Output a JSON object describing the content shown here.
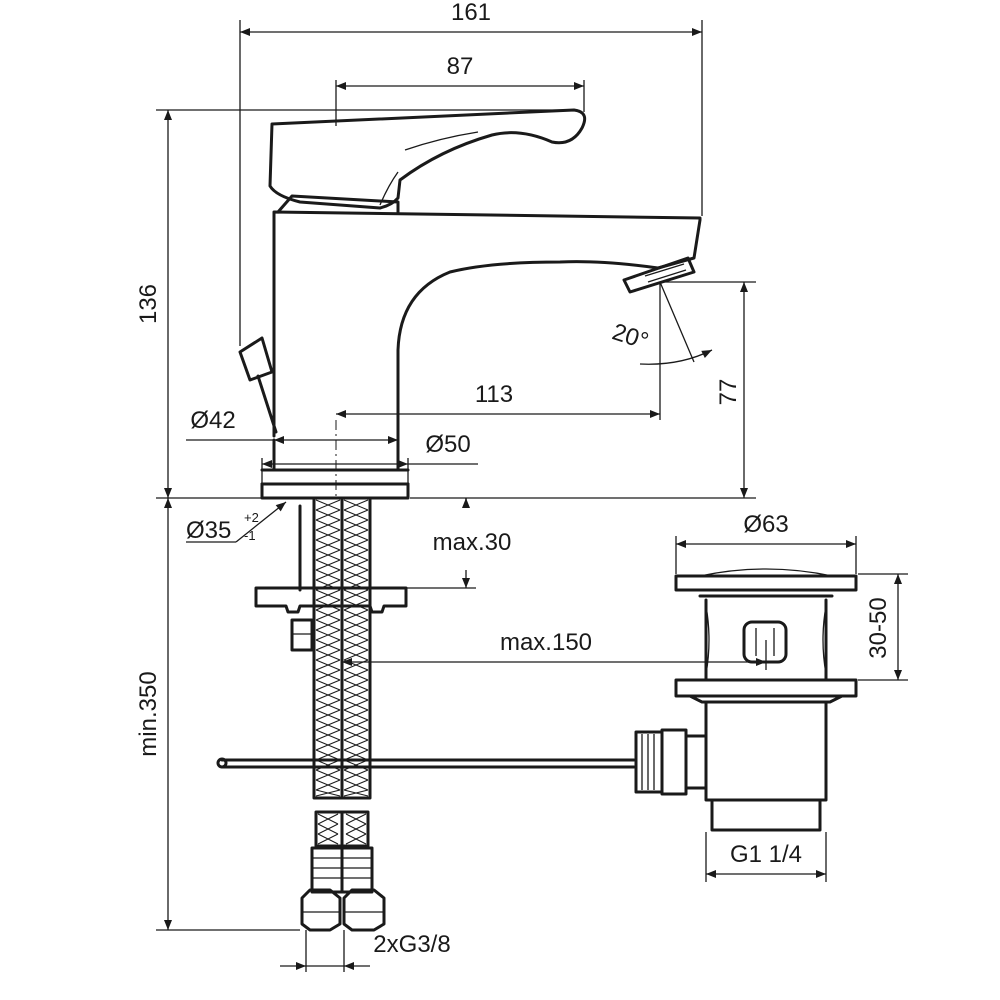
{
  "dimensions": {
    "overall_width": "161",
    "handle_length": "87",
    "height": "136",
    "spout_reach": "113",
    "spout_height": "77",
    "angle": "20°",
    "body_diameter": "Ø42",
    "base_diameter": "Ø50",
    "hole_diameter_main": "Ø35",
    "hole_tol_plus": "+2",
    "hole_tol_minus": "-1",
    "deck_thickness": "max.30",
    "hose_length": "min.350",
    "drain_distance": "max.150",
    "waste_diameter": "Ø63",
    "waste_height": "30-50",
    "waste_thread": "G1 1/4",
    "hose_thread": "2xG3/8"
  }
}
